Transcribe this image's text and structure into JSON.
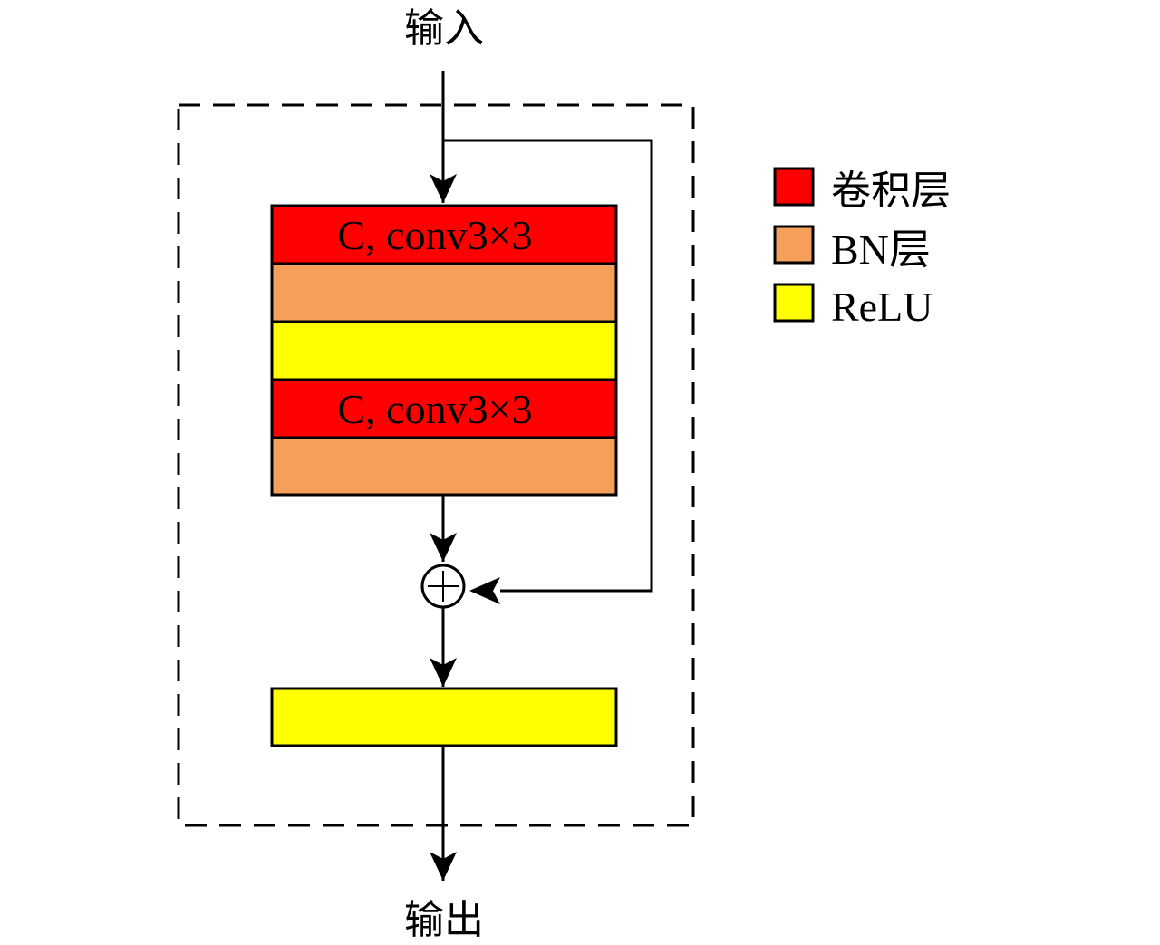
{
  "diagram": {
    "title": "Residual block",
    "input_label": "输入",
    "output_label": "输出",
    "colors": {
      "conv": "#ff0000",
      "bn": "#f4a05b",
      "relu": "#ffff00",
      "stroke": "#000000",
      "background": "#ffffff"
    },
    "block_stack": [
      {
        "type": "conv",
        "label": "C, conv3×3"
      },
      {
        "type": "bn",
        "label": ""
      },
      {
        "type": "relu",
        "label": ""
      },
      {
        "type": "conv",
        "label": "C, conv3×3"
      },
      {
        "type": "bn",
        "label": ""
      }
    ],
    "add_node": {
      "symbol": "⊕",
      "name": "elementwise-add"
    },
    "post_add_layer": {
      "type": "relu",
      "label": ""
    },
    "skip_connection": {
      "from": "input",
      "to": "elementwise-add"
    },
    "legend": [
      {
        "type": "conv",
        "label": "卷积层"
      },
      {
        "type": "bn",
        "label": "BN层"
      },
      {
        "type": "relu",
        "label": "ReLU"
      }
    ]
  }
}
